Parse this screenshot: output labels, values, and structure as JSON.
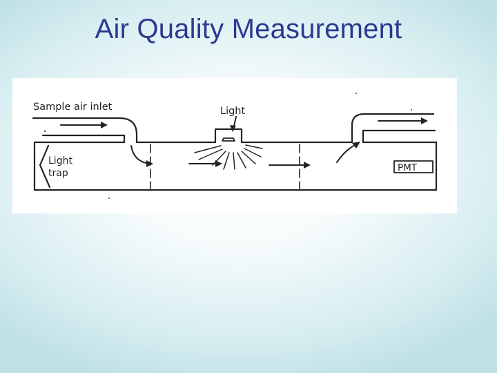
{
  "slide": {
    "title": "Air Quality Measurement"
  },
  "diagram": {
    "labels": {
      "inlet": "Sample  air  inlet",
      "light": "Light",
      "light_trap_line1": "Light",
      "light_trap_line2": "trap",
      "pmt": "PMT"
    }
  }
}
